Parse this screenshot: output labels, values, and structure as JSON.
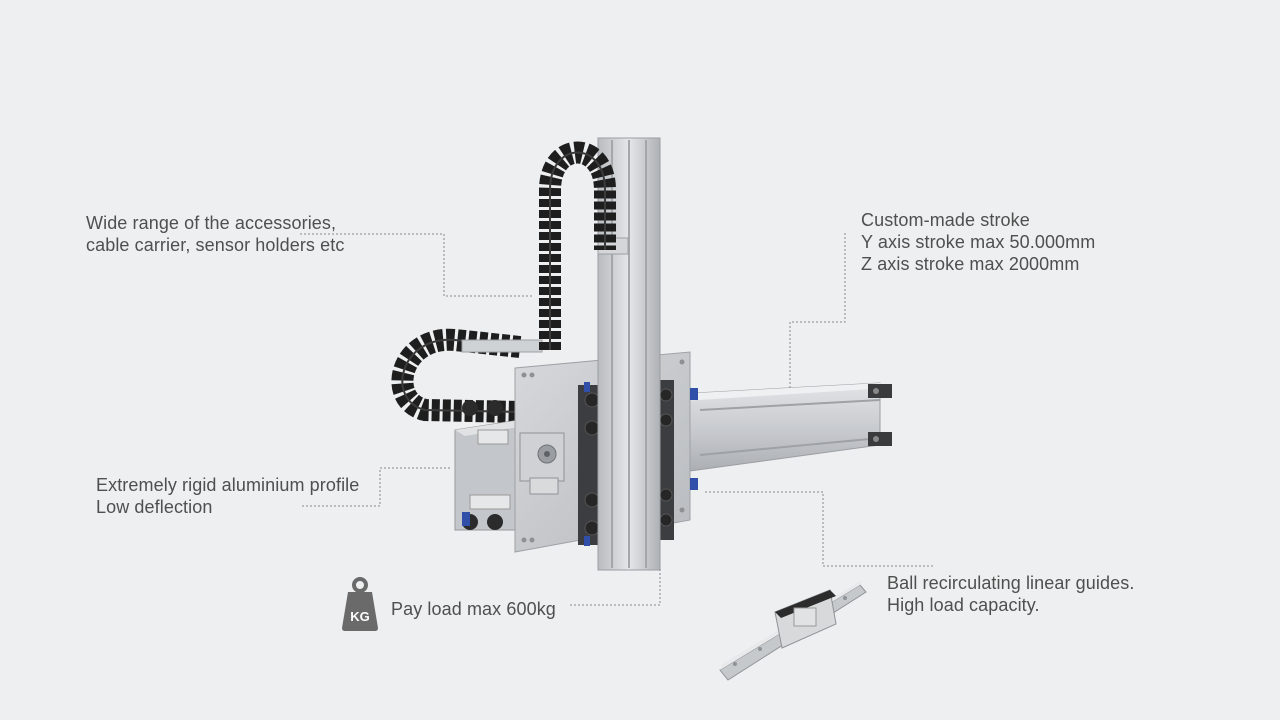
{
  "callouts": {
    "accessories": {
      "line1": "Wide range of the accessories,",
      "line2": "cable carrier, sensor holders etc"
    },
    "stroke": {
      "line1": "Custom-made stroke",
      "line2": "Y axis stroke max 50.000mm",
      "line3": "Z axis stroke max 2000mm"
    },
    "profile": {
      "line1": "Extremely rigid aluminium profile",
      "line2": "Low deflection"
    },
    "payload": {
      "text": "Pay load max 600kg",
      "icon": "weight-kg-icon",
      "icon_label": "KG"
    },
    "guides": {
      "line1": "Ball recirculating linear guides.",
      "line2": "High load capacity."
    }
  },
  "colors": {
    "background": "#eeeff0",
    "text": "#4f4f4f",
    "leader": "#8a8a8a",
    "aluminium": "#c9cbce",
    "cable_carrier": "#1e1e1e",
    "accent_blue": "#2f4fa8"
  }
}
